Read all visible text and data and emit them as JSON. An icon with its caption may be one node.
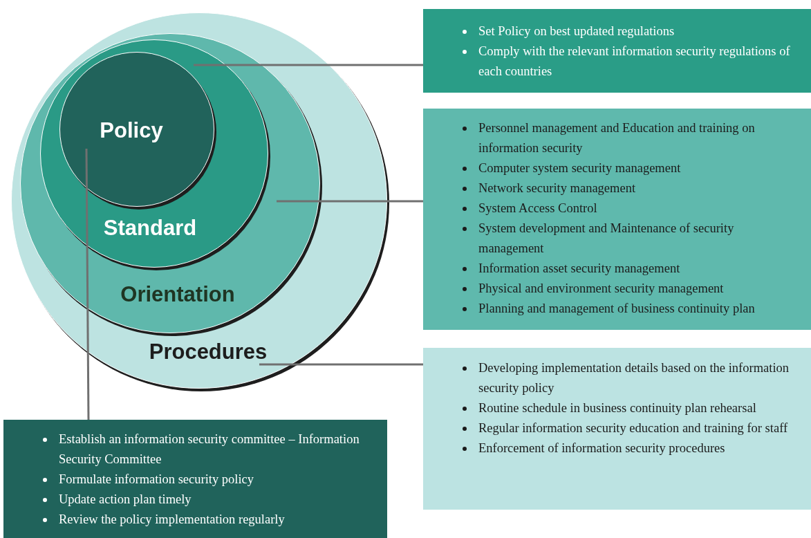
{
  "diagram": {
    "nodes": [
      {
        "text": [
          "Procedures"
        ]
      },
      {
        "text": [
          "Orientation"
        ],
        "in": 0
      },
      {
        "text": [
          "Standard"
        ],
        "in": 1
      },
      {
        "text": [
          "Policy"
        ],
        "in": 2
      },
      {
        "text": [
          "Set Policy on best updated regulations",
          "Comply with the relevant information security regulations of each countries"
        ]
      },
      {
        "text": [
          "Personnel management and Education and training on information security",
          "Computer system security management",
          "Network security management",
          "System Access Control",
          "System development and Maintenance of security management",
          "Information asset security management",
          "Physical and environment security management",
          "Planning and management of business continuity plan"
        ]
      },
      {
        "text": [
          "Developing implementation details based on the information security policy",
          "Routine schedule in business continuity plan rehearsal",
          "Regular information security education and training for staff",
          "Enforcement of information security procedures"
        ]
      },
      {
        "text": [
          "Establish an information security committee – Information Security Committee",
          "Formulate information security policy",
          "Update action plan timely",
          "Review the policy implementation regularly"
        ]
      }
    ],
    "edges": [
      {
        "from": 3,
        "to": 7,
        "arrow": "none"
      },
      {
        "from": 2,
        "to": 4,
        "arrow": "none"
      },
      {
        "from": 1,
        "to": 5,
        "arrow": "none"
      },
      {
        "from": 0,
        "to": 6,
        "arrow": "none"
      }
    ]
  }
}
